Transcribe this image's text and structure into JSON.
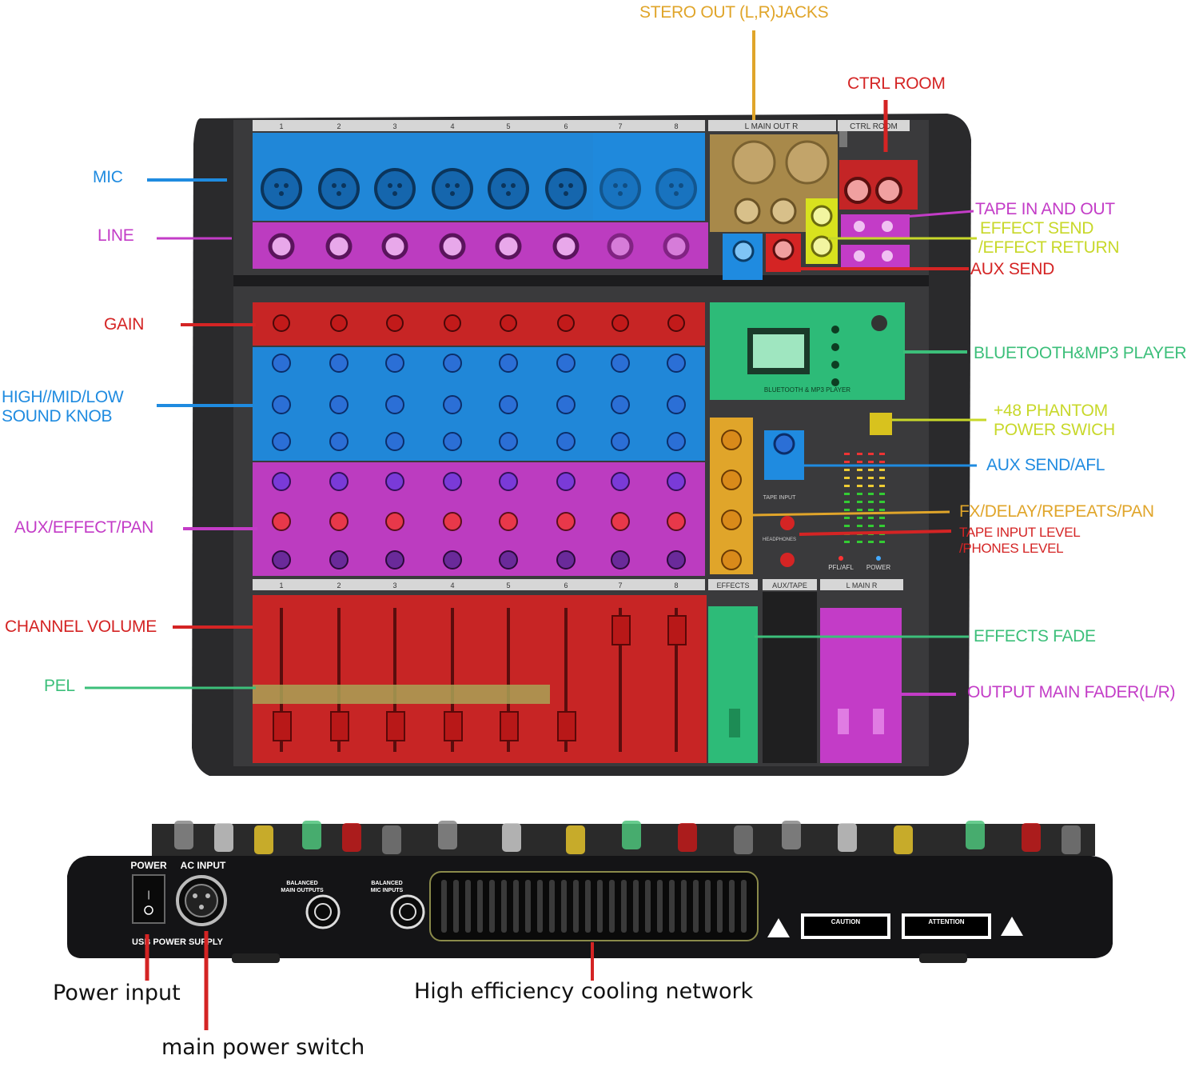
{
  "colors": {
    "mic": "#1f8be0",
    "line": "#c33cc7",
    "gain": "#d42424",
    "eq": "#1f8be0",
    "aux": "#c33cc7",
    "volume": "#d42424",
    "pel": "#3cbf7a",
    "stereo_out": "#e0a52a",
    "ctrl_room": "#d42424",
    "tape": "#c33cc7",
    "effect_send": "#c8d82a",
    "aux_send": "#d42424",
    "bluetooth": "#3cbf7a",
    "phantom": "#c8d82a",
    "aux_send_afl": "#1f8be0",
    "fx_delay": "#e0a52a",
    "tape_level": "#d42424",
    "effects_fade": "#3cbf7a",
    "output_fader": "#c33cc7",
    "bottom": "#d42424"
  },
  "labels": {
    "stereo_out": "STERO OUT (L,R)JACKS",
    "ctrl_room": "CTRL ROOM",
    "mic": "MIC",
    "line": "LINE",
    "tape": "TAPE IN AND OUT",
    "effect_send_1": "EFFECT SEND",
    "effect_send_2": "/EFFECT RETURN",
    "aux_send": "AUX SEND",
    "gain": "GAIN",
    "bluetooth": "BLUETOOTH&MP3 PLAYER",
    "eq_1": "HIGH//MID/LOW",
    "eq_2": "SOUND KNOB",
    "phantom_1": "+48 PHANTOM",
    "phantom_2": "POWER SWICH",
    "aux_send_afl": "AUX SEND/AFL",
    "fx_delay": "FX/DELAY/REPEATS/PAN",
    "aux_effect_pan": "AUX/EFFECT/PAN",
    "tape_level_1": "TAPE INPUT LEVEL",
    "tape_level_2": "/PHONES LEVEL",
    "channel_volume": "CHANNEL VOLUME",
    "effects_fade": "EFFECTS FADE",
    "pel": "PEL",
    "output_fader": "OUTPUT MAIN FADER(L/R)",
    "power_input": "Power input",
    "cooling": "High efficiency cooling network",
    "main_power": "main power switch"
  },
  "panel": {
    "channels": [
      "1",
      "2",
      "3",
      "4",
      "5",
      "6",
      "7",
      "8"
    ],
    "main_out": "L  MAIN OUT  R",
    "ctrl_room": "CTRL ROOM",
    "bt_title": "BLUETOOTH & MP3 PLAYER",
    "effects": "EFFECTS",
    "aux_tape": "AUX/TAPE",
    "main": "L  MAIN  R",
    "pfl_afl": "PFL/AFL",
    "power": "POWER",
    "tape_input": "TAPE INPUT",
    "headphones": "HEADPHONES"
  },
  "rear": {
    "power": "POWER",
    "ac_input": "AC INPUT",
    "usb_supply": "USB POWER SUPPLY",
    "bal_main_1": "BALANCED",
    "bal_main_2": "MAIN OUTPUTS",
    "bal_mic_1": "BALANCED",
    "bal_mic_2": "MIC INPUTS",
    "caution": "CAUTION",
    "attention": "ATTENTION"
  }
}
